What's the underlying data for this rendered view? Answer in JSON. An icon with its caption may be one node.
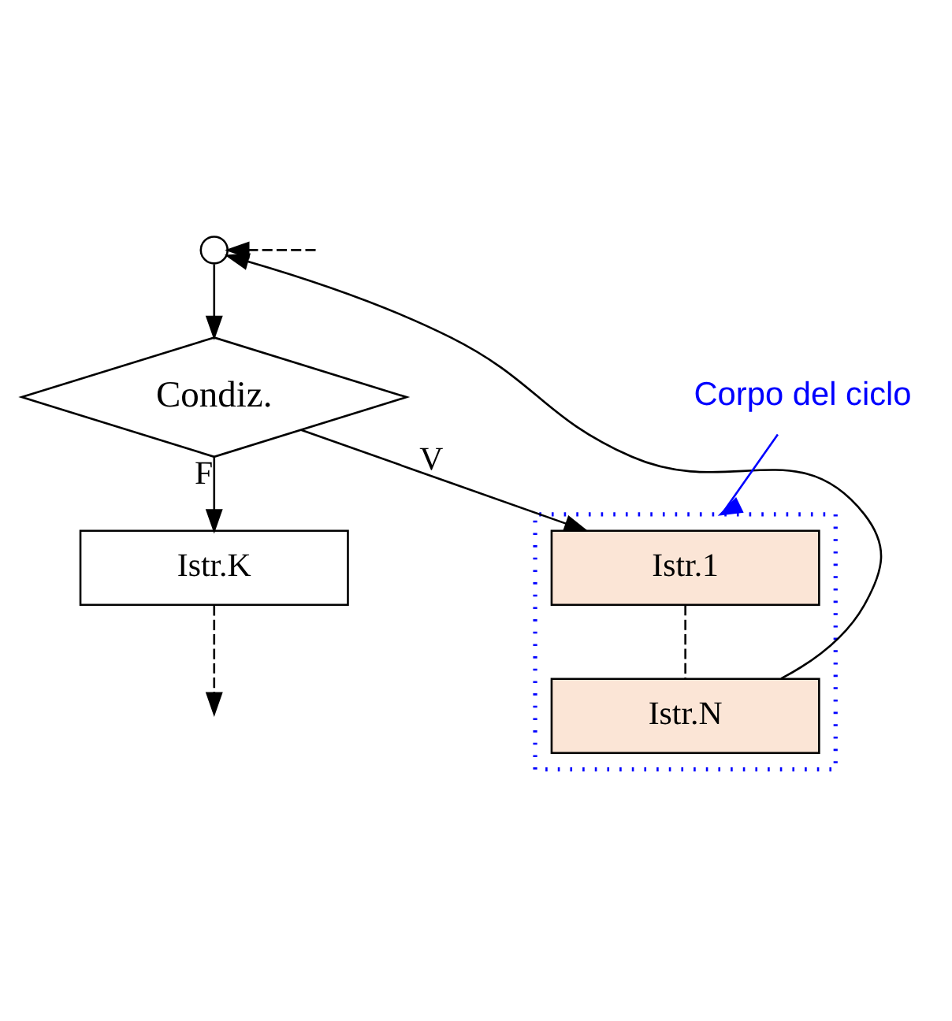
{
  "diagram": {
    "nodes": [
      {
        "text": [],
        "shape": "circle"
      },
      {
        "text": [
          "Condiz."
        ]
      },
      {
        "text": [],
        "shape": "ellipse"
      },
      {
        "text": [
          "Istr.1"
        ],
        "in": 2
      },
      {
        "text": [
          "Istr.N"
        ],
        "in": 2
      },
      {
        "text": [
          "Istr.K"
        ]
      },
      {
        "text": [
          "Corpo del ciclo"
        ]
      }
    ],
    "edges": [
      {
        "from": null,
        "to": 0,
        "arrow": "to",
        "style": "dashed"
      },
      {
        "from": 0,
        "to": 1,
        "arrow": "to"
      },
      {
        "from": 1,
        "to": 3,
        "arrow": "to",
        "label": "V"
      },
      {
        "from": 3,
        "to": 4,
        "arrow": "none",
        "style": "dashed"
      },
      {
        "from": 4,
        "to": 0,
        "arrow": "to"
      },
      {
        "from": 1,
        "to": 5,
        "arrow": "to",
        "label": "F"
      },
      {
        "from": 5,
        "to": null,
        "arrow": "to",
        "style": "dashed"
      },
      {
        "from": 6,
        "to": 2,
        "arrow": "to",
        "color": "#0000ff"
      }
    ]
  }
}
